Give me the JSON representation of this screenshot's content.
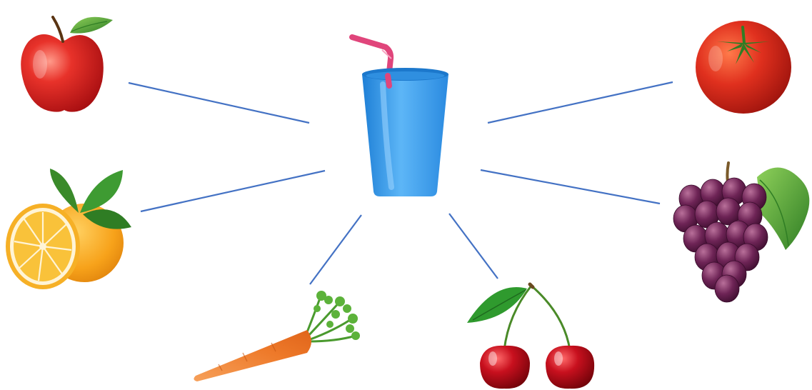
{
  "diagram": {
    "hub": {
      "name": "juice-cup",
      "icon": "cup-with-straw-icon"
    },
    "items": [
      {
        "name": "apple",
        "icon": "apple-icon"
      },
      {
        "name": "orange",
        "icon": "orange-icon"
      },
      {
        "name": "carrot",
        "icon": "carrot-icon"
      },
      {
        "name": "cherries",
        "icon": "cherries-icon"
      },
      {
        "name": "tomato",
        "icon": "tomato-icon"
      },
      {
        "name": "grapes",
        "icon": "grapes-icon"
      }
    ],
    "connector_color": "#4472C4"
  },
  "colors": {
    "cup": "#42A5F5",
    "straw": "#E0457B",
    "apple": "#D8191B",
    "orange": "#F7A21A",
    "carrot": "#EE7A2A",
    "cherry": "#C8101E",
    "tomato": "#E0301E",
    "grape": "#6E2456",
    "leaf": "#3E9B32"
  }
}
